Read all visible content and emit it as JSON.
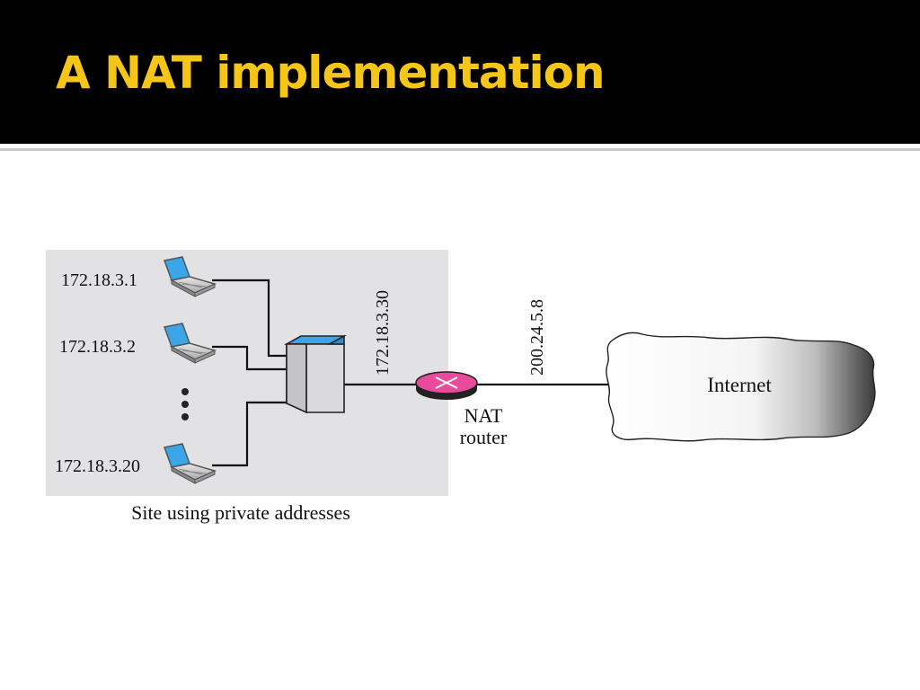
{
  "slide": {
    "title": "A NAT implementation"
  },
  "diagram": {
    "hosts": [
      {
        "address": "172.18.3.1"
      },
      {
        "address": "172.18.3.2"
      },
      {
        "address": "172.18.3.20"
      }
    ],
    "switch_uplink_address": "172.18.3.30",
    "router_public_address": "200.24.5.8",
    "router_label_line1": "NAT",
    "router_label_line2": "router",
    "cloud_label": "Internet",
    "site_caption": "Site using private addresses"
  },
  "colors": {
    "title_bar": "#000000",
    "title_text": "#f5c518",
    "site_box": "#e2e2e4",
    "laptop_screen": "#3aa6e8",
    "switch_top": "#3aa6e8",
    "router_top": "#e94b9c"
  }
}
